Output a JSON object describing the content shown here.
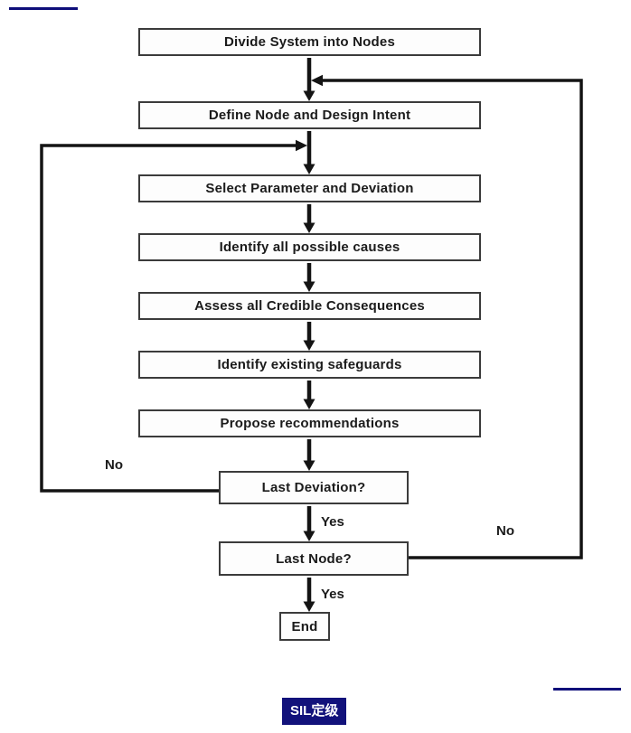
{
  "flowchart": {
    "boxes": [
      {
        "label": "Divide System into Nodes"
      },
      {
        "label": "Define Node and Design Intent"
      },
      {
        "label": "Select Parameter and Deviation"
      },
      {
        "label": "Identify all possible causes"
      },
      {
        "label": "Assess all Credible Consequences"
      },
      {
        "label": "Identify existing safeguards"
      },
      {
        "label": "Propose recommendations"
      },
      {
        "label": "Last Deviation?"
      },
      {
        "label": "Last Node?"
      },
      {
        "label": "End"
      }
    ],
    "edge_labels": {
      "no_left": "No",
      "yes_after_last_deviation": "Yes",
      "no_right": "No",
      "yes_after_last_node": "Yes"
    },
    "colors": {
      "box_border": "#3b3b3b",
      "box_fill": "#fdfdfd",
      "arrow": "#141414",
      "text": "#1b1b1b"
    }
  },
  "footer": {
    "badge_label": "SIL定级",
    "badge_bg": "#12127b",
    "badge_text_color": "#ffffff"
  },
  "decor": {
    "rule_color": "#0e0e7a"
  }
}
